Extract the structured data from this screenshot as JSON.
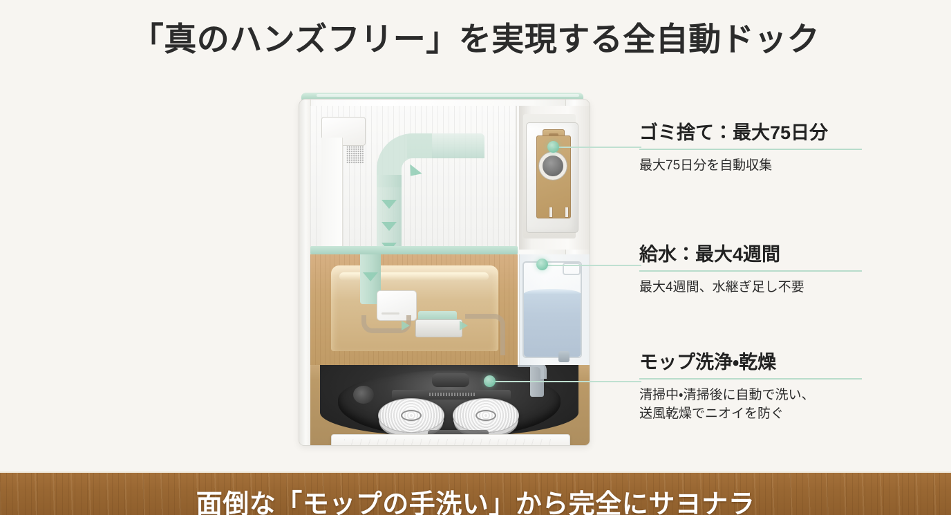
{
  "page": {
    "title": "「真のハンズフリー」を実現する全自動ドック",
    "background_color": "#f7f5f1",
    "accent_color": "#b8dccb"
  },
  "illustration": {
    "name": "全自動ドック断面図",
    "parts": {
      "top_cap": "ドック上部カバー",
      "airflow_duct": "吸引エアフローダクト",
      "dust_bag": "紙パック（ダストバッグ）",
      "water_tank": "給水タンク",
      "pump_module": "ポンプユニット",
      "mop_pads": "モップパッド",
      "robot": "ロボット掃除機",
      "base_ramp": "ベーススロープ"
    }
  },
  "callouts": [
    {
      "id": "callout-1",
      "title": "ゴミ捨て：最大75日分",
      "body": "最大75日分を自動収集",
      "target": "紙パック"
    },
    {
      "id": "callout-2",
      "title": "給水：最大4週間",
      "body": "最大4週間、水継ぎ足し不要",
      "target": "給水タンク"
    },
    {
      "id": "callout-3",
      "title": "モップ洗浄・乾燥",
      "body": "清掃中・清掃後に自動で洗い、\n送風乾燥でニオイを防ぐ",
      "target": "モップパッド"
    }
  ],
  "banner": {
    "text": "面倒な「モップの手洗い」から完全にサヨナラ",
    "background_color": "#9a6833",
    "text_color": "#ffffff"
  }
}
